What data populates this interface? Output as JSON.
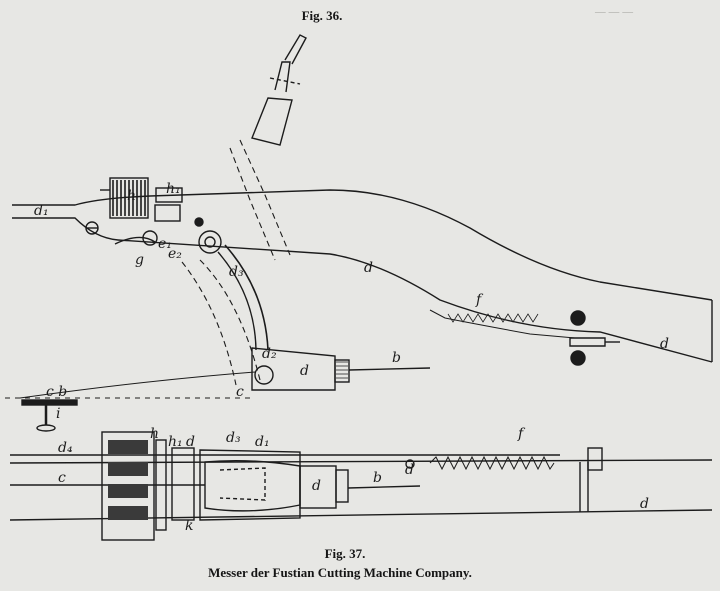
{
  "captions": {
    "fig36": "Fig. 36.",
    "fig37": "Fig. 37.",
    "title": "Messer der Fustian Cutting Machine Company."
  },
  "labels36": {
    "h": "h",
    "h1": "h₁",
    "d1": "d₁",
    "e1": "e₁",
    "e2": "e₂",
    "g": "g",
    "d3": "d₃",
    "d": "d",
    "f": "f",
    "d2": "d₂",
    "i": "i",
    "c": "c",
    "b": "b",
    "cb": "c b"
  },
  "labels37": {
    "h": "h",
    "d4": "d₄",
    "h1": "h₁",
    "d": "d",
    "d3": "d₃",
    "d1": "d₁",
    "f": "f",
    "c": "c",
    "b": "b",
    "k": "k",
    "d_right": "d",
    "d_bottom": "d"
  },
  "colors": {
    "paper": "#e7e7e4",
    "ink": "#1c1c1c",
    "faint": "#a9a9a4"
  }
}
